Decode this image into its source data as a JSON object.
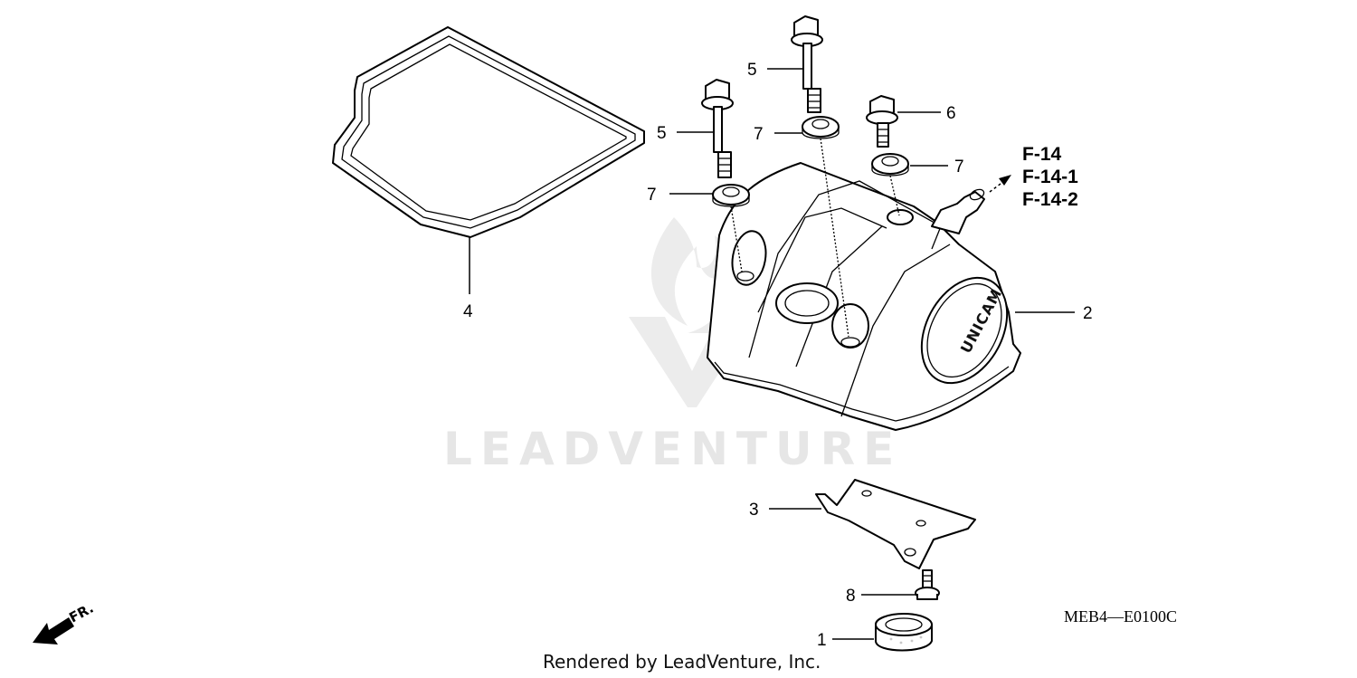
{
  "callouts": {
    "c1": "1",
    "c2": "2",
    "c3": "3",
    "c4": "4",
    "c5a": "5",
    "c5b": "5",
    "c6": "6",
    "c7a": "7",
    "c7b": "7",
    "c7c": "7",
    "c8": "8"
  },
  "references": [
    "F-14",
    "F-14-1",
    "F-14-2"
  ],
  "diagram_code": "MEB4—E0100C",
  "credit": "Rendered by LeadVenture, Inc.",
  "watermark": "LEADVENTURE",
  "part_logo": "UNICAM",
  "front_marker": "FR.",
  "colors": {
    "line": "#000000",
    "watermark": "#e6e6e6",
    "background": "#ffffff"
  }
}
